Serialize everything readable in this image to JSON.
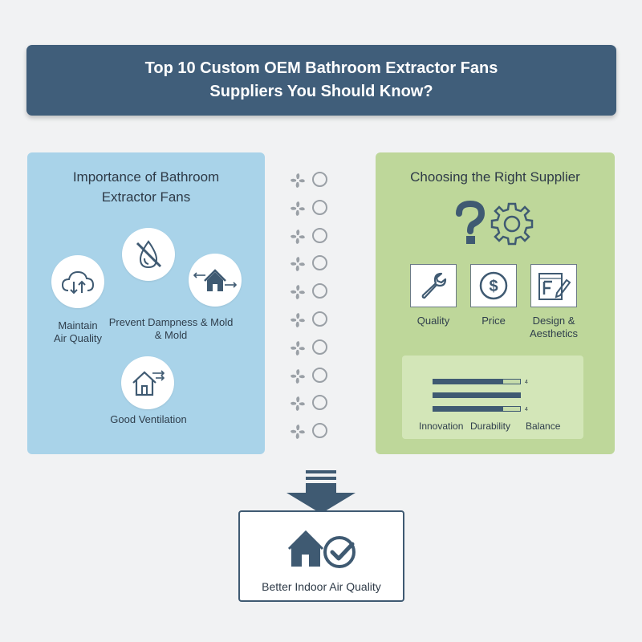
{
  "header": {
    "title_line1": "Top 10 Custom OEM Bathroom Extractor Fans",
    "title_line2": "Suppliers You Should Know?"
  },
  "importance": {
    "title_line1": "Importance of Bathroom",
    "title_line2": "Extractor Fans",
    "items": {
      "air_quality_line1": "Maintain",
      "air_quality_line2": "Air Quality",
      "dampness_line1": "Prevent Dampness & Mold",
      "dampness_line2": "& Mold",
      "ventilation": "Good Ventilation"
    },
    "icons": [
      "cloud-arrows-icon",
      "no-water-drop-icon",
      "house-arrows-icon",
      "house-airflow-icon"
    ]
  },
  "connector": {
    "icons": [
      "fan-icon",
      "circle-icon"
    ]
  },
  "supplier": {
    "title": "Choosing the Right Supplier",
    "icons": [
      "question-mark-icon",
      "gear-icon",
      "wrench-icon",
      "dollar-icon",
      "blueprint-pencil-icon"
    ],
    "criteria": {
      "quality": "Quality",
      "price": "Price",
      "design_line1": "Design &",
      "design_line2": "Aesthetics"
    },
    "ratings": {
      "values": [
        "4",
        "5",
        "4"
      ],
      "fractions": [
        0.8,
        1.0,
        0.8
      ],
      "labels": [
        "Innovation",
        "Durability",
        "Balance"
      ]
    }
  },
  "result": {
    "label": "Better Indoor Air Quality",
    "icons": [
      "down-arrow-icon",
      "house-check-icon"
    ]
  },
  "colors": {
    "banner": "#405e7a",
    "left_panel": "#a9d3e9",
    "right_panel": "#bed79a",
    "icon_dark": "#3f5a72",
    "background": "#f1f2f3"
  }
}
